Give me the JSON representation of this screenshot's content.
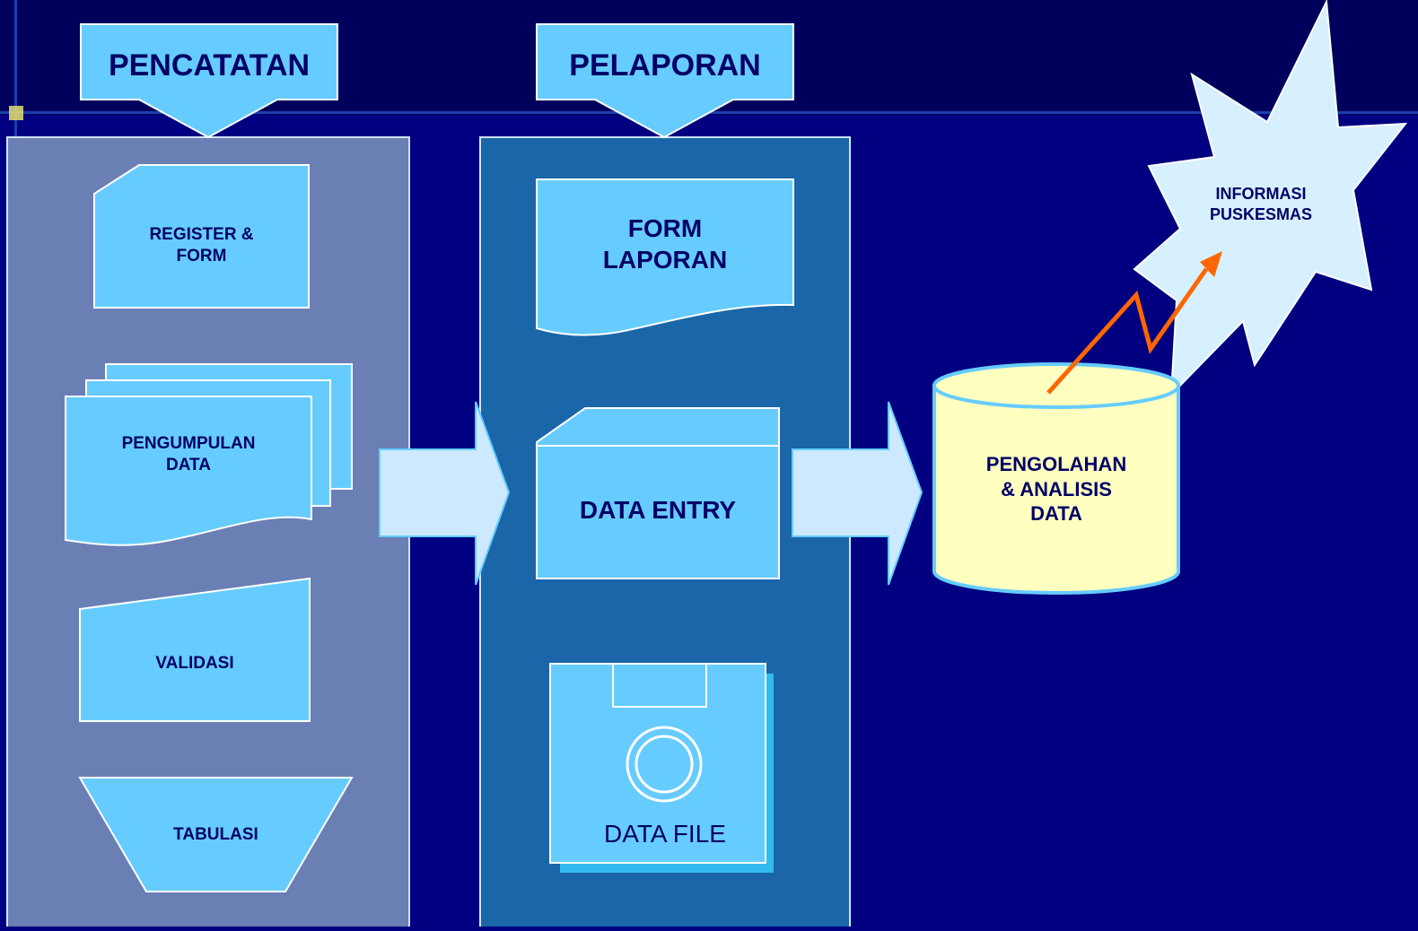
{
  "colors": {
    "background": "#000080",
    "header_band": "#00005c",
    "column_left": "#6a7fb4",
    "column_mid": "#1a66a8",
    "shape_fill": "#66ccff",
    "arrow_fill": "#cce9ff",
    "cylinder_fill": "#ffffc0",
    "starburst_fill": "#d6f0ff",
    "link_arrow": "#ff6600",
    "text": "#000066"
  },
  "headers": {
    "pencatatan": "PENCATATAN",
    "pelaporan": "PELAPORAN"
  },
  "pencatatan_steps": {
    "register_form": "REGISTER &\nFORM",
    "pengumpulan_data": "PENGUMPULAN\nDATA",
    "validasi": "VALIDASI",
    "tabulasi": "TABULASI"
  },
  "pelaporan_steps": {
    "form_laporan": "FORM\nLAPORAN",
    "data_entry": "DATA ENTRY",
    "data_file": "DATA FILE"
  },
  "processing": {
    "pengolahan": "PENGOLAHAN\n& ANALISIS\nDATA"
  },
  "output": {
    "informasi": "INFORMASI\nPUSKESMAS"
  },
  "icons": {
    "floppy": "floppy-disk-icon",
    "flow_arrow": "block-arrow-right",
    "cylinder": "database-cylinder",
    "burst": "starburst"
  }
}
